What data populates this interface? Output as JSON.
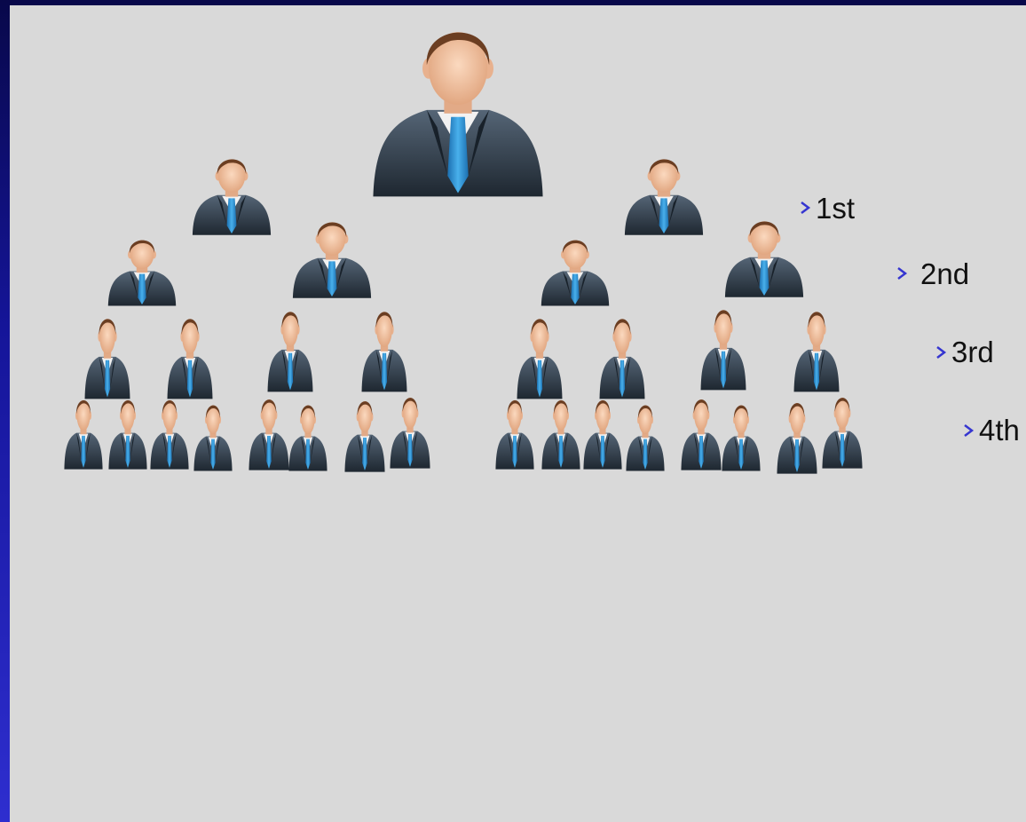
{
  "levels": [
    "1st",
    "2nd",
    "3rd",
    "4th"
  ],
  "colors": {
    "frame": "#1f1fb0",
    "canvas": "#d9d9d9",
    "suit": "#2f3c4a",
    "tie": "#2e8fd0",
    "skin": "#f3c6a6",
    "hair": "#6b3e22",
    "arrow_start": "#000000",
    "arrow_end": "#3535d0"
  },
  "icons": {
    "person": "businessman-icon"
  }
}
